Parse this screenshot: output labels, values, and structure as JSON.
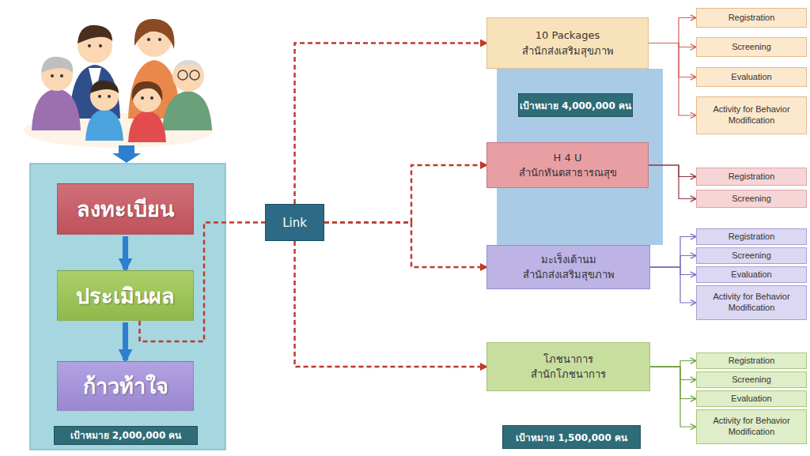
{
  "diagram": {
    "nodes": [
      {
        "text": [
          "เป้าหมาย 2,000,000 คน"
        ]
      },
      {
        "text": [
          "ลงทะเบียน"
        ],
        "in": 0
      },
      {
        "text": [
          "ประเมินผล"
        ],
        "in": 0
      },
      {
        "text": [
          "ก้าวท้าใจ"
        ],
        "in": 0
      },
      {
        "text": [
          "Link"
        ]
      },
      {
        "text": [
          "10 Packages",
          "สำนักส่งเสริมสุขภาพ"
        ]
      },
      {
        "text": [
          "Registration"
        ]
      },
      {
        "text": [
          "Screening"
        ]
      },
      {
        "text": [
          "Evaluation"
        ]
      },
      {
        "text": [
          "Activity for Behavior Modification"
        ]
      },
      {
        "text": [
          "เป้าหมาย 4,000,000 คน"
        ]
      },
      {
        "text": [
          "H 4 U",
          "สำนักทันตสาธารณสุข"
        ]
      },
      {
        "text": [
          "Registration"
        ]
      },
      {
        "text": [
          "Screening"
        ]
      },
      {
        "text": [
          "มะเร็งเต้านม",
          "สำนักส่งเสริมสุขภาพ"
        ]
      },
      {
        "text": [
          "Registration"
        ]
      },
      {
        "text": [
          "Screening"
        ]
      },
      {
        "text": [
          "Evaluation"
        ]
      },
      {
        "text": [
          "Activity for Behavior Modification"
        ]
      },
      {
        "text": [
          "โภชนาการ",
          "สำนักโภชนาการ"
        ]
      },
      {
        "text": [
          "Registration"
        ]
      },
      {
        "text": [
          "Screening"
        ]
      },
      {
        "text": [
          "Evaluation"
        ]
      },
      {
        "text": [
          "Activity for Behavior Modification"
        ]
      },
      {
        "text": [
          "เป้าหมาย 1,500,000 คน"
        ]
      }
    ],
    "edges": [
      {
        "from": 1,
        "to": 2,
        "arrow": "to"
      },
      {
        "from": 2,
        "to": 3,
        "arrow": "to"
      },
      {
        "from": 2,
        "to": 4,
        "arrow": "none"
      },
      {
        "from": 4,
        "to": 5,
        "arrow": "to"
      },
      {
        "from": 4,
        "to": 11,
        "arrow": "to"
      },
      {
        "from": 4,
        "to": 14,
        "arrow": "to"
      },
      {
        "from": 4,
        "to": 19,
        "arrow": "to"
      },
      {
        "from": 5,
        "to": 6,
        "arrow": "to"
      },
      {
        "from": 5,
        "to": 7,
        "arrow": "to"
      },
      {
        "from": 5,
        "to": 8,
        "arrow": "to"
      },
      {
        "from": 5,
        "to": 9,
        "arrow": "to"
      },
      {
        "from": 11,
        "to": 12,
        "arrow": "to"
      },
      {
        "from": 11,
        "to": 13,
        "arrow": "to"
      },
      {
        "from": 14,
        "to": 15,
        "arrow": "to"
      },
      {
        "from": 14,
        "to": 16,
        "arrow": "to"
      },
      {
        "from": 14,
        "to": 17,
        "arrow": "to"
      },
      {
        "from": 14,
        "to": 18,
        "arrow": "to"
      },
      {
        "from": 19,
        "to": 20,
        "arrow": "to"
      },
      {
        "from": 19,
        "to": 21,
        "arrow": "to"
      },
      {
        "from": 19,
        "to": 22,
        "arrow": "to"
      },
      {
        "from": 19,
        "to": 23,
        "arrow": "to"
      }
    ]
  }
}
